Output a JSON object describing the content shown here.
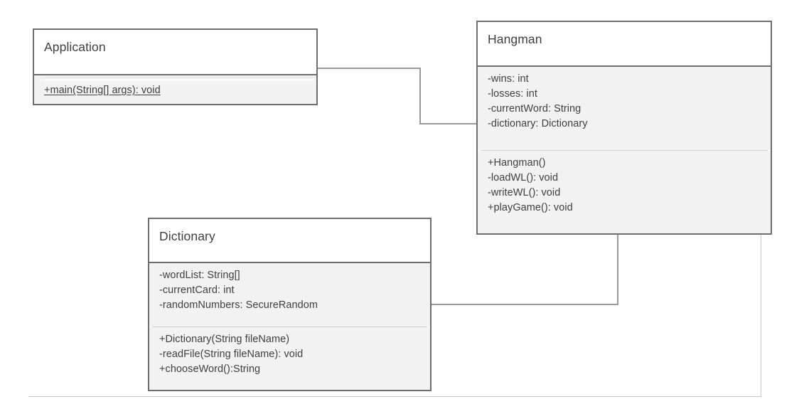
{
  "diagram": {
    "type": "uml-class-diagram",
    "background_color": "#ffffff",
    "border_color": "#6e6e6e",
    "compartment_fill": "#f2f2f2",
    "text_color": "#3f3f3f",
    "connector_color": "#9a9a9a"
  },
  "classes": [
    {
      "id": "application",
      "name": "Application",
      "attributes": [],
      "methods": [
        {
          "text": "+main(String[] args): void",
          "static": true
        }
      ]
    },
    {
      "id": "hangman",
      "name": "Hangman",
      "attributes": [
        {
          "text": "-wins: int"
        },
        {
          "text": "-losses: int"
        },
        {
          "text": "-currentWord: String"
        },
        {
          "text": "-dictionary: Dictionary"
        }
      ],
      "methods": [
        {
          "text": "+Hangman()",
          "static": false
        },
        {
          "text": "-loadWL(): void",
          "static": false
        },
        {
          "text": "-writeWL(): void",
          "static": false
        },
        {
          "text": "+playGame(): void",
          "static": false
        }
      ]
    },
    {
      "id": "dictionary",
      "name": "Dictionary",
      "attributes": [
        {
          "text": "-wordList: String[]"
        },
        {
          "text": "-currentCard: int"
        },
        {
          "text": "-randomNumbers: SecureRandom"
        }
      ],
      "methods": [
        {
          "text": "+Dictionary(String fileName)",
          "static": false
        },
        {
          "text": "-readFile(String fileName): void",
          "static": false
        },
        {
          "text": "+chooseWord():String",
          "static": false
        }
      ]
    }
  ],
  "connectors": [
    {
      "id": "application-to-hangman",
      "from": "application",
      "to": "hangman",
      "style": "orthogonal"
    },
    {
      "id": "hangman-to-dictionary",
      "from": "hangman",
      "to": "dictionary",
      "style": "orthogonal"
    }
  ]
}
